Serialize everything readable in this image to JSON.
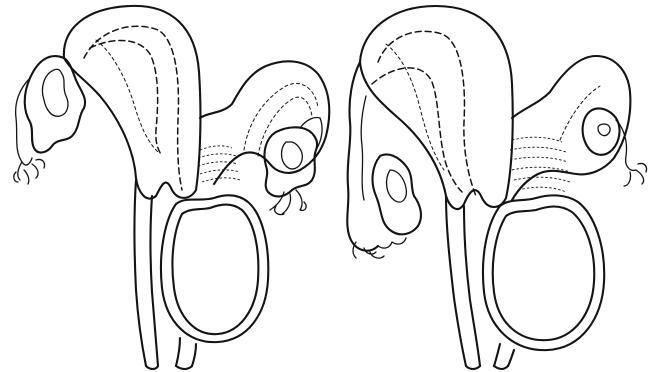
{
  "figure": {
    "panels": [
      {
        "id": "left",
        "subject": "uterus-with-vagina-diagram"
      },
      {
        "id": "right",
        "subject": "uterus-with-vagina-diagram"
      }
    ],
    "colors": {
      "ink": "#141414",
      "background": "#ffffff"
    }
  }
}
